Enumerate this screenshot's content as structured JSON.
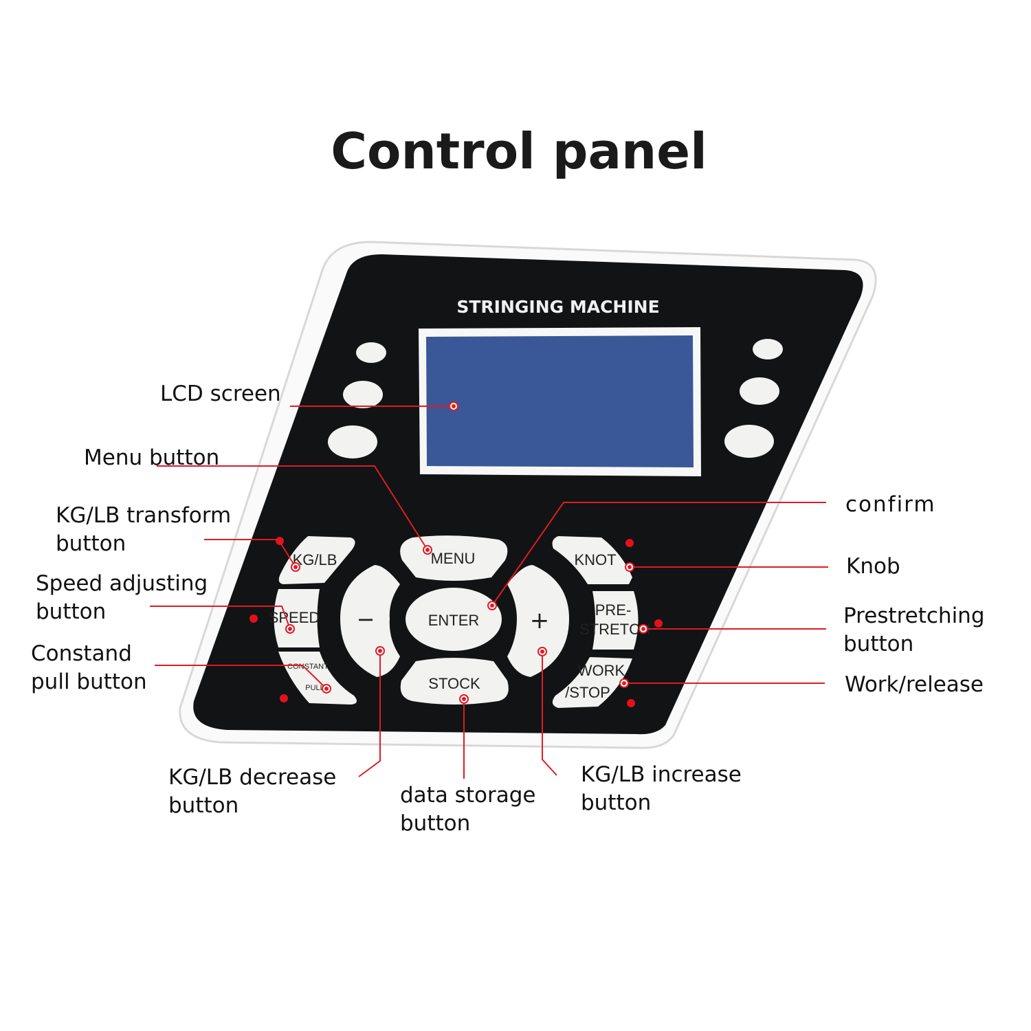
{
  "title": "Control panel",
  "panel": {
    "brand": "STRINGING MACHINE",
    "buttons": {
      "kglb": "KG/LB",
      "speed": "SPEED",
      "constant_1": "CONSTANT",
      "constant_2": "PULL",
      "menu": "MENU",
      "enter": "ENTER",
      "stock": "STOCK",
      "minus": "−",
      "plus": "+",
      "knot": "KNOT",
      "pre_1": "PRE-",
      "pre_2": "STRETCH",
      "work_1": "WORK",
      "work_2": "/STOP"
    },
    "colors": {
      "panel": "#111315",
      "lcd": "#3a5898",
      "leader": "#e01b24",
      "led": "#e3111b"
    }
  },
  "callouts": {
    "lcd": [
      "LCD screen"
    ],
    "menu": [
      "Menu button"
    ],
    "kglb": [
      "KG/LB transform",
      "button"
    ],
    "speed": [
      "Speed adjusting",
      "button"
    ],
    "constant": [
      "Constand",
      "pull button"
    ],
    "confirm": [
      "confirm"
    ],
    "knob": [
      "Knob"
    ],
    "prestretch": [
      "Prestretching",
      "button"
    ],
    "work": [
      "Work/release"
    ],
    "decrease": [
      "KG/LB decrease",
      "button"
    ],
    "storage": [
      "data storage",
      "button"
    ],
    "increase": [
      "KG/LB increase",
      "button"
    ]
  }
}
